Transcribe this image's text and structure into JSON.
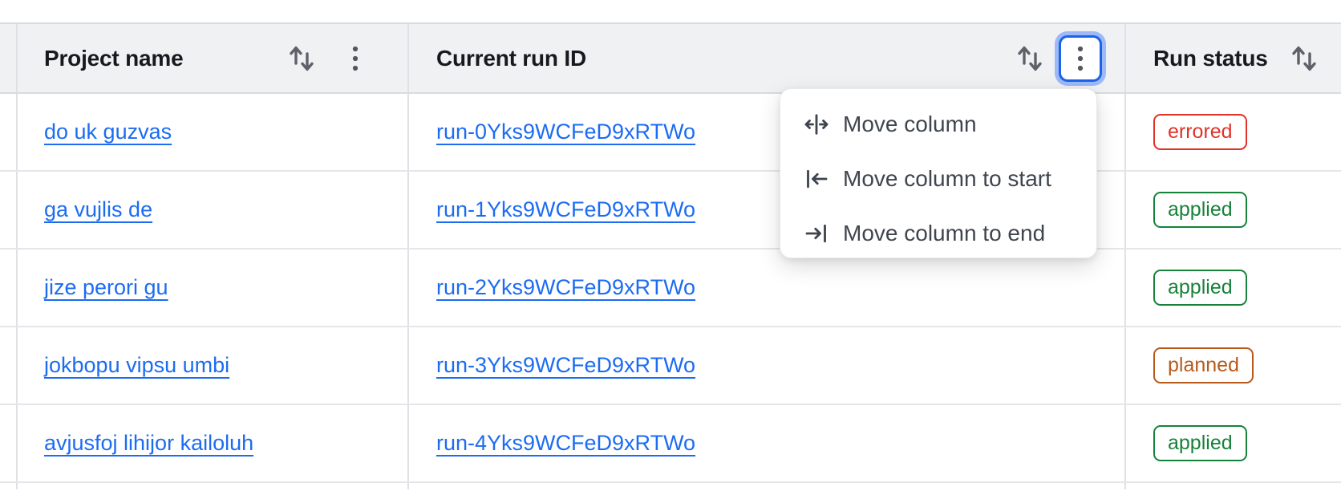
{
  "table": {
    "columns": [
      {
        "id": "project",
        "label": "Project name"
      },
      {
        "id": "run_id",
        "label": "Current run ID"
      },
      {
        "id": "status",
        "label": "Run status"
      }
    ],
    "rows": [
      {
        "project": "do uk guzvas",
        "run_id": "run-0Yks9WCFeD9xRTWo",
        "status": "errored"
      },
      {
        "project": "ga vujlis de",
        "run_id": "run-1Yks9WCFeD9xRTWo",
        "status": "applied"
      },
      {
        "project": "jize perori gu",
        "run_id": "run-2Yks9WCFeD9xRTWo",
        "status": "applied"
      },
      {
        "project": "jokbopu vipsu umbi",
        "run_id": "run-3Yks9WCFeD9xRTWo",
        "status": "planned"
      },
      {
        "project": "avjusfoj lihijor kailoluh",
        "run_id": "run-4Yks9WCFeD9xRTWo",
        "status": "applied"
      }
    ]
  },
  "column_menu": {
    "items": [
      {
        "id": "move",
        "label": "Move column",
        "icon": "move-column-icon"
      },
      {
        "id": "move_start",
        "label": "Move column to start",
        "icon": "move-column-to-start-icon"
      },
      {
        "id": "move_end",
        "label": "Move column to end",
        "icon": "move-column-to-end-icon"
      }
    ]
  },
  "status_styles": {
    "errored": "#e03228",
    "applied": "#17823a",
    "planned": "#b85a1b"
  },
  "colors": {
    "link": "#1c6cf2",
    "header_bg": "#f0f1f3",
    "border": "#dfe1e4",
    "header_text": "#16191d",
    "menu_text": "#3f454e",
    "icon_gray": "#5d6269",
    "focus_ring_inner": "#1b63e8",
    "focus_ring_outer": "#9db9f7"
  }
}
